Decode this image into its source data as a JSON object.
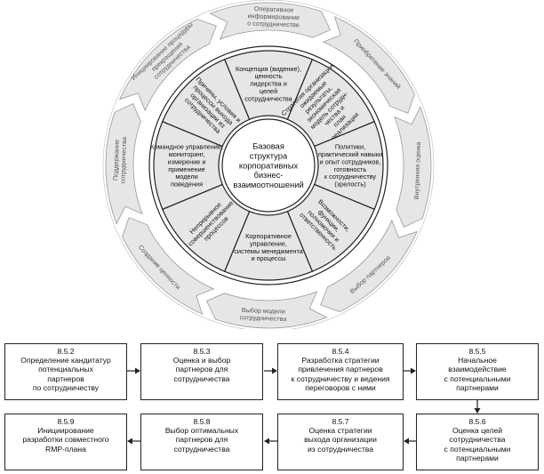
{
  "wheel": {
    "center": [
      "Базовая",
      "структура",
      "корпоративных",
      "бизнес-",
      "взаимоотношений"
    ],
    "inner_sectors": [
      [
        "Концепция (видение),",
        "ценность",
        "лидерства и",
        "целей",
        "сотрудничества"
      ],
      [
        "Стратегия организации,",
        "ожидаемые",
        "результаты,",
        "экономическая",
        "модель сотрудн-",
        "чества и",
        "план",
        "реализации"
      ],
      [
        "Политики,",
        "практический навыки",
        "и опыт сотрудников,",
        "готовность",
        "к сотрудничеству",
        "(зрелость)"
      ],
      [
        "Возможности,",
        "функции,",
        "полномочия и",
        "ответственность"
      ],
      [
        "Корпоративное",
        "управление,",
        "системы менеджмента",
        "и процессы"
      ],
      [
        "Непрерывное",
        "совершенствование",
        "процессов"
      ],
      [
        "Командное управление,",
        "мониторинг,",
        "измерение и",
        "применение",
        "модели",
        "поведения"
      ],
      [
        "Причины, условия и",
        "процессы выхода",
        "организации из",
        "сотрудничества"
      ]
    ],
    "outer_stages": [
      [
        "Оперативное",
        "информирование",
        "о сотрудничестве"
      ],
      [
        "Приобретение знаний"
      ],
      [
        "Внутренняя оценка"
      ],
      [
        "Выбор партнеров"
      ],
      [
        "Выбор модели",
        "сотрудничества"
      ],
      [
        "Создание ценности"
      ],
      [
        "Поддержание",
        "сотрудничества"
      ],
      [
        "Инициирование процедуры",
        "прекращения",
        "сотрудничества"
      ]
    ]
  },
  "process": {
    "row1": [
      {
        "num": "8.5.2",
        "text": "Определение кандитатур\nпотенциальных\nпартнеров\nпо сотрудничеству"
      },
      {
        "num": "8.5.3",
        "text": "Оценка и выбор\nпартнеров для\nсотрудничества"
      },
      {
        "num": "8.5.4",
        "text": "Разработка стратегии\nпривлечения партнеров\nк сотрудничеству и ведения\nпереговоров с ними"
      },
      {
        "num": "8.5.5",
        "text": "Начальное\nвзаимодействие\nс потенциальными\nпартнерами"
      }
    ],
    "row2": [
      {
        "num": "8.5.9",
        "text": "Инициирование\nразработки совместного\nRMP-плана"
      },
      {
        "num": "8.5.8",
        "text": "Выбор оптимальных\nпартнеров для\nсотрудничества"
      },
      {
        "num": "8.5.7",
        "text": "Оценка стратегии\nвыхода организации\nиз сотрудничества"
      },
      {
        "num": "8.5.6",
        "text": "Оценка целей\nсотрудничества\nс потенциальными\nпартнерами"
      }
    ]
  },
  "colors": {
    "line": "#222222",
    "sector_fill": "#e6e6e6",
    "stage_fill": "#e6e6e6",
    "stage_text": "#555555"
  }
}
